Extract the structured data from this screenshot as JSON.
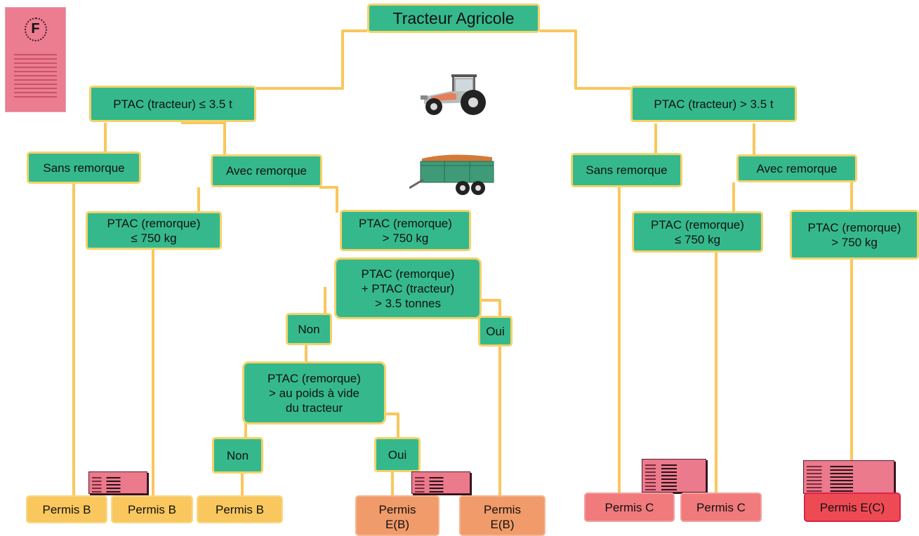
{
  "title": "Tracteur Agricole",
  "licence_card": {
    "letter": "F"
  },
  "nodes": {
    "left_branch": "PTAC (tracteur) ≤ 3.5 t",
    "right_branch": "PTAC (tracteur) > 3.5 t",
    "left_sans": "Sans remorque",
    "left_avec": "Avec remorque",
    "right_sans": "Sans remorque",
    "right_avec": "Avec remorque",
    "left_rem_le": "PTAC (remorque)\n≤ 750 kg",
    "left_rem_gt": "PTAC (remorque)\n> 750 kg",
    "right_rem_le": "PTAC (remorque)\n≤ 750 kg",
    "right_rem_gt": "PTAC (remorque)\n> 750 kg",
    "sum_check": "PTAC (remorque)\n+ PTAC (tracteur)\n> 3.5 tonnes",
    "non_1": "Non",
    "oui_1": "Oui",
    "weight_check": "PTAC (remorque)\n> au poids à vide\ndu tracteur",
    "non_2": "Non",
    "oui_2": "Oui"
  },
  "results": {
    "r1": "Permis B",
    "r2": "Permis B",
    "r3": "Permis B",
    "r4": "Permis\nE(B)",
    "r5": "Permis\nE(B)",
    "r6": "Permis C",
    "r7": "Permis C",
    "r8": "Permis E(C)"
  },
  "colors": {
    "node_green": "#35b98c",
    "connector_yellow": "#f9c75d",
    "permis_b": "#f9c75d",
    "permis_eb": "#f19b6a",
    "permis_c": "#f07a7c",
    "permis_ec": "#ee4a54"
  },
  "icons": [
    "tractor-icon",
    "trailer-icon",
    "driving-licence-card-icon"
  ]
}
